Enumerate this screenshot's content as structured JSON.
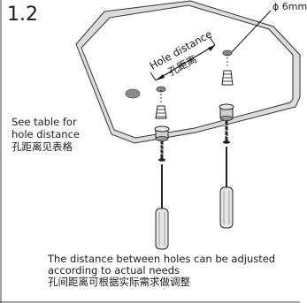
{
  "step_number": "1.2",
  "hole_distance_en": "Hole distance",
  "hole_distance_cn": "孔距离",
  "diameter_label": "ϕ 6mm",
  "side_note": [
    "See table for",
    "hole distance",
    "孔距离见表格"
  ],
  "bottom_note": [
    "The distance between holes can be adjusted",
    "according to actual needs",
    "孔间距离可根据实际需求做调整"
  ]
}
